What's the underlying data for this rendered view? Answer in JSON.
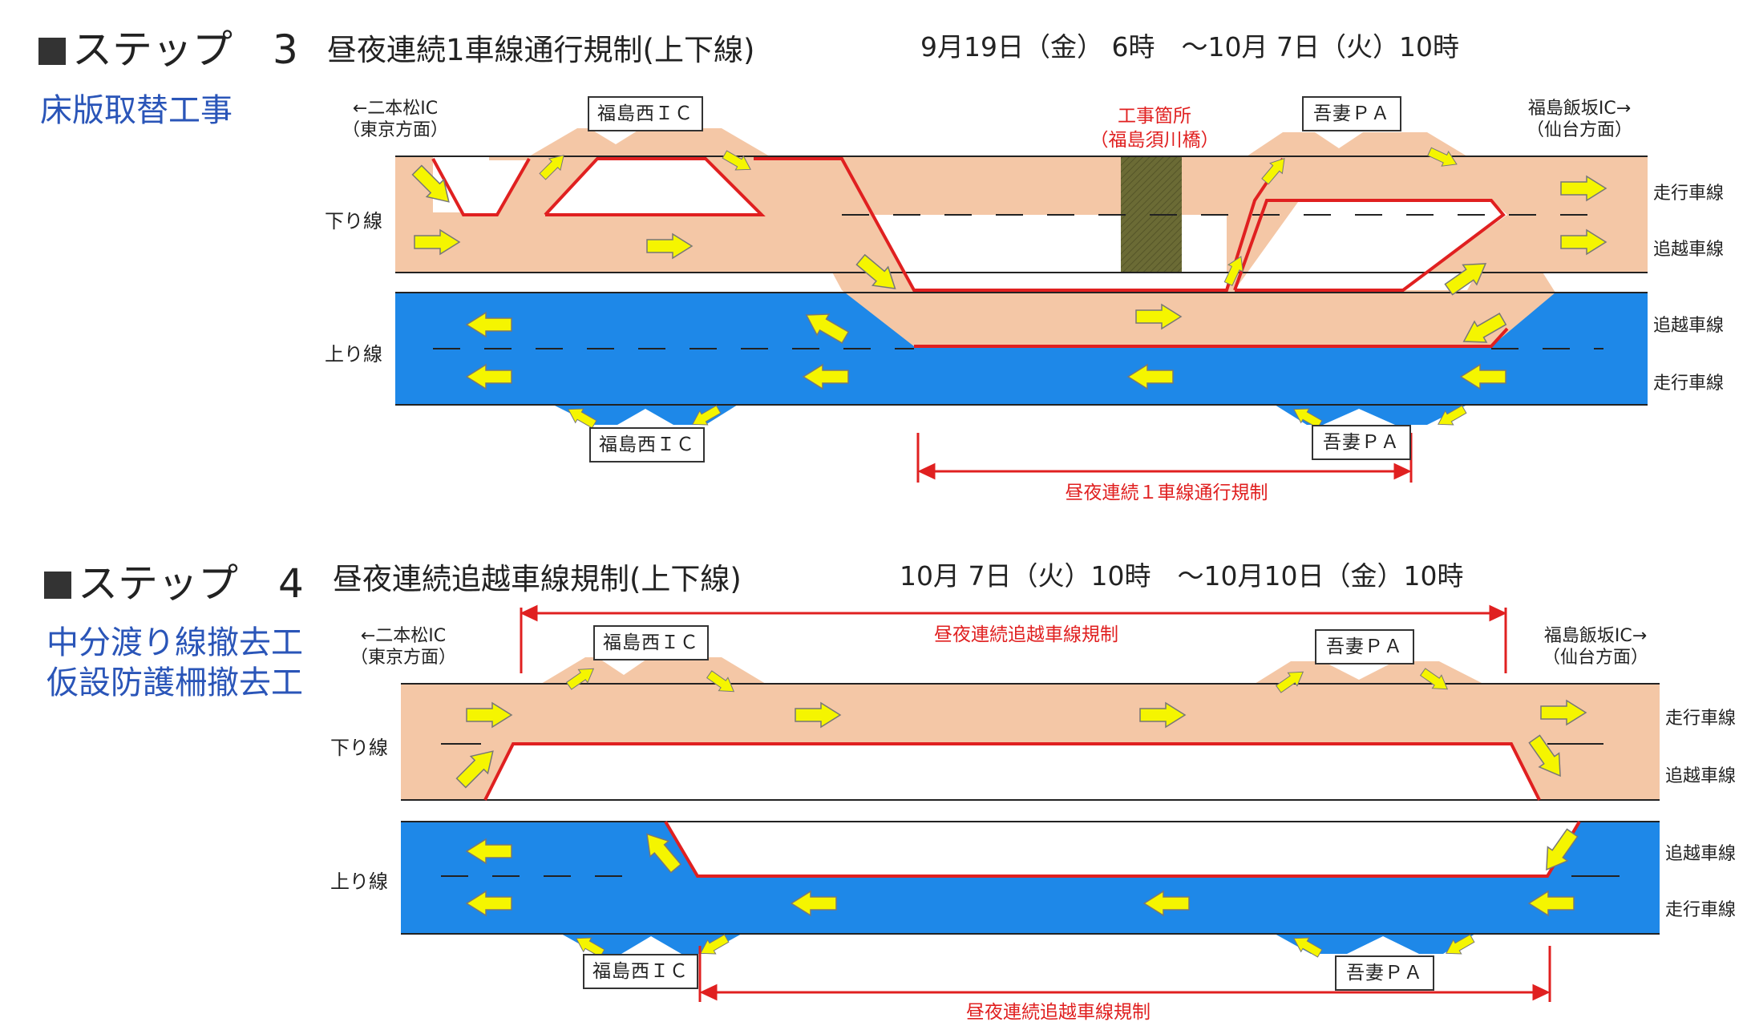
{
  "step3": {
    "title": "ステップ　3",
    "subtitle": "昼夜連続1車線通行規制(上下線)",
    "period": "9月19日（金） 6時　～10月 7日（火）10時",
    "work_lines": [
      "床版取替工事"
    ],
    "left_direction": [
      "←二本松IC",
      "（東京方面）"
    ],
    "right_direction": [
      "福島飯坂IC→",
      "（仙台方面）"
    ],
    "down_line_label": "下り線",
    "up_line_label": "上り線",
    "lane_labels": [
      "走行車線",
      "追越車線",
      "追越車線",
      "走行車線"
    ],
    "ic_top": "福島西ＩＣ",
    "pa_top": "吾妻ＰＡ",
    "ic_bottom": "福島西ＩＣ",
    "pa_bottom": "吾妻ＰＡ",
    "construction_label": [
      "工事箇所",
      "（福島須川橋）"
    ],
    "regulation_label": "昼夜連続１車線通行規制"
  },
  "step4": {
    "title": "ステップ　4",
    "subtitle": "昼夜連続追越車線規制(上下線)",
    "period": "10月 7日（火）10時　～10月10日（金）10時",
    "work_lines": [
      "中分渡り線撤去工",
      "仮設防護柵撤去工"
    ],
    "left_direction": [
      "←二本松IC",
      "（東京方面）"
    ],
    "right_direction": [
      "福島飯坂IC→",
      "（仙台方面）"
    ],
    "down_line_label": "下り線",
    "up_line_label": "上り線",
    "lane_labels": [
      "走行車線",
      "追越車線",
      "追越車線",
      "走行車線"
    ],
    "ic_top": "福島西ＩＣ",
    "pa_top": "吾妻ＰＡ",
    "ic_bottom": "福島西ＩＣ",
    "pa_bottom": "吾妻ＰＡ",
    "top_regulation_label": "昼夜連続追越車線規制",
    "bottom_regulation_label": "昼夜連続追越車線規制"
  },
  "colors": {
    "down_road": "#f4c7a6",
    "up_road": "#1e88e8",
    "regulation": "#e02020",
    "arrow": "#f5f500",
    "construction": "#6b6b35",
    "work_text": "#2a55b8"
  }
}
